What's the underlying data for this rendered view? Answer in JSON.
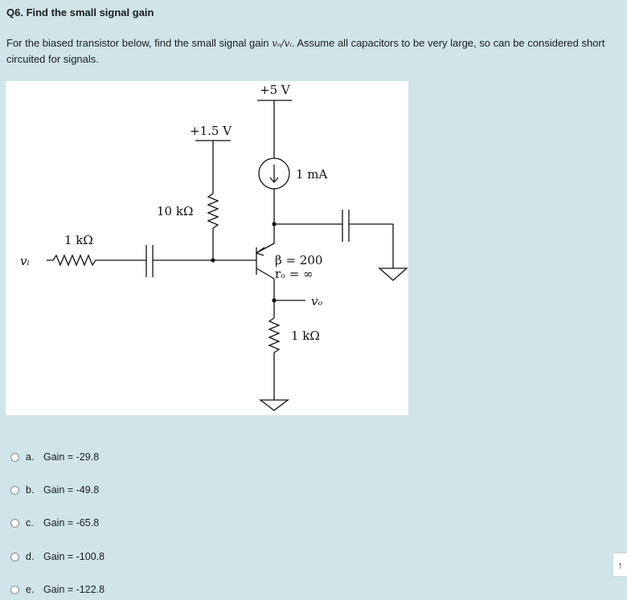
{
  "question": {
    "title": "Q6. Find the small signal gain",
    "prompt_before": "For the biased transistor below, find the small signal gain ",
    "prompt_math": "vₒ/vᵢ",
    "prompt_after": ". Assume all capacitors to be very large, so can be considered short circuited for signals."
  },
  "circuit": {
    "supply_top": "+5 V",
    "supply_bias": "+1.5 V",
    "current_source": "1 mA",
    "bias_resistor": "10 kΩ",
    "input_resistor": "1 kΩ",
    "emitter_resistor": "1 kΩ",
    "beta": "β = 200",
    "ro": "rₒ = ∞",
    "input_node": "vᵢ",
    "output_node": "vₒ"
  },
  "options": [
    {
      "letter": "a.",
      "label": "Gain = -29.8"
    },
    {
      "letter": "b.",
      "label": "Gain = -49.8"
    },
    {
      "letter": "c.",
      "label": "Gain = -65.8"
    },
    {
      "letter": "d.",
      "label": "Gain = -100.8"
    },
    {
      "letter": "e.",
      "label": "Gain = -122.8"
    }
  ],
  "scroll_icon": "arrow-up-icon"
}
